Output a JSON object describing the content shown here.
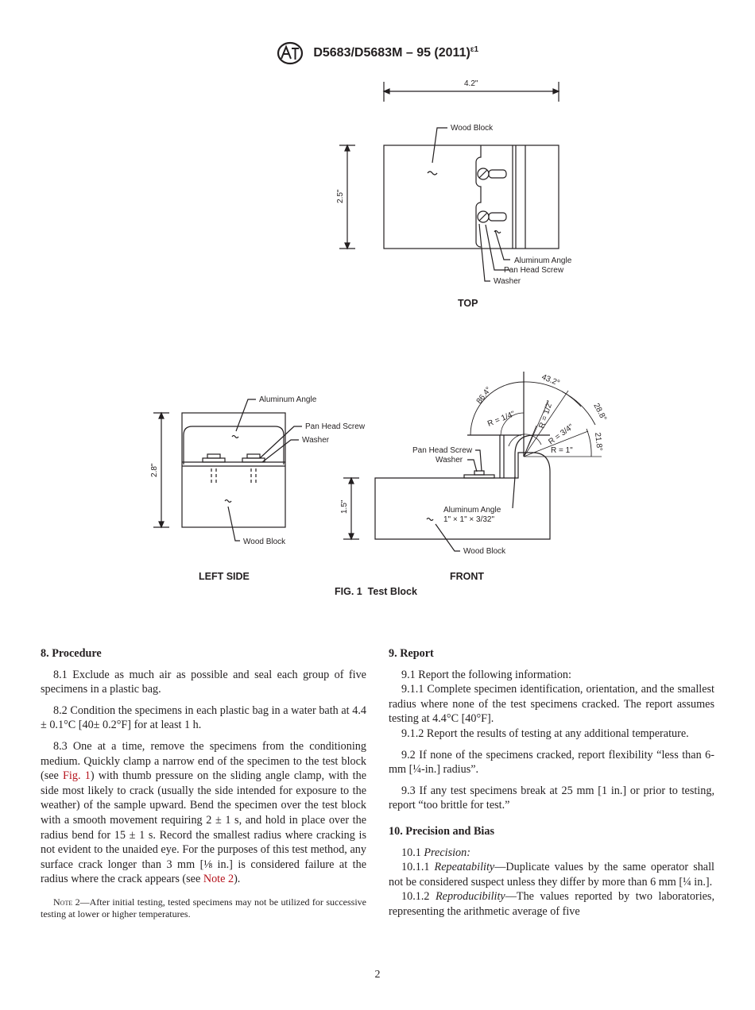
{
  "header": {
    "designation": "D5683/D5683M – 95 (2011)",
    "epsilon": "ε1"
  },
  "figure": {
    "caption": "FIG. 1  Test Block",
    "top_view": {
      "title": "TOP",
      "width_dim": "4.2\"",
      "height_dim": "2.5\"",
      "labels": [
        "Wood Block",
        "Aluminum Angle",
        "Pan Head Screw",
        "Washer"
      ]
    },
    "side_view": {
      "title": "LEFT SIDE",
      "height_dim": "2.8\"",
      "labels": [
        "Aluminum Angle",
        "Pan Head Screw",
        "Washer",
        "Wood Block"
      ]
    },
    "front_view": {
      "title": "FRONT",
      "height_dim": "1.5\"",
      "angles": [
        "86.4°",
        "43.2°",
        "28.8°",
        "21.8°"
      ],
      "radii": [
        "R = 1/4\"",
        "R = 1/2\"",
        "R = 3/4\"",
        "R = 1\""
      ],
      "labels": [
        "Pan Head Screw",
        "Washer",
        "Aluminum Angle",
        "1\" × 1\" × 3/32\"",
        "Wood Block"
      ]
    }
  },
  "left_column": {
    "section_title": "8.  Procedure",
    "p1": "8.1 Exclude as much air as possible and seal each group of five specimens in a plastic bag.",
    "p2": "8.2 Condition the specimens in each plastic bag in a water bath at 4.4 ± 0.1°C [40± 0.2°F] for at least 1 h.",
    "p3_a": "8.3 One at a time, remove the specimens from the conditioning medium. Quickly clamp a narrow end of the specimen to the test block (see ",
    "p3_link1": "Fig. 1",
    "p3_b": ") with thumb pressure on the sliding angle clamp, with the side most likely to crack (usually the side intended for exposure to the weather) of the sample upward. Bend the specimen over the test block with a smooth movement requiring 2 ± 1 s, and hold in place over the radius bend for 15 ± 1 s. Record the smallest radius where cracking is not evident to the unaided eye. For the purposes of this test method, any surface crack longer than 3 mm [⅛ in.] is considered failure at the radius where the crack appears (see ",
    "p3_link2": "Note 2",
    "p3_c": ").",
    "note_label": "Note",
    "note_text": " 2—After initial testing, tested specimens may not be utilized for successive testing at lower or higher temperatures."
  },
  "right_column": {
    "section9_title": "9.  Report",
    "p9_1": "9.1 Report the following information:",
    "p9_1_1": "9.1.1 Complete specimen identification, orientation, and the smallest radius where none of the test specimens cracked. The report assumes testing at 4.4°C [40°F].",
    "p9_1_2": "9.1.2 Report the results of testing at any additional temperature.",
    "p9_2": "9.2 If none of the specimens cracked, report flexibility “less than 6-mm [¼-in.] radius”.",
    "p9_3": "9.3 If any test specimens break at 25 mm [1 in.] or prior to testing, report “too brittle for test.”",
    "section10_title": "10.  Precision and Bias",
    "p10_1_num": "10.1 ",
    "p10_1_em": "Precision:",
    "p10_1_1_num": "10.1.1 ",
    "p10_1_1_em": "Repeatability",
    "p10_1_1_text": "—Duplicate values by the same operator shall not be considered suspect unless they differ by more than 6 mm [¼ in.].",
    "p10_1_2_num": "10.1.2 ",
    "p10_1_2_em": "Reproducibility",
    "p10_1_2_text": "—The values reported by two laboratories, representing the arithmetic average of five"
  },
  "footer": {
    "page_number": "2"
  }
}
